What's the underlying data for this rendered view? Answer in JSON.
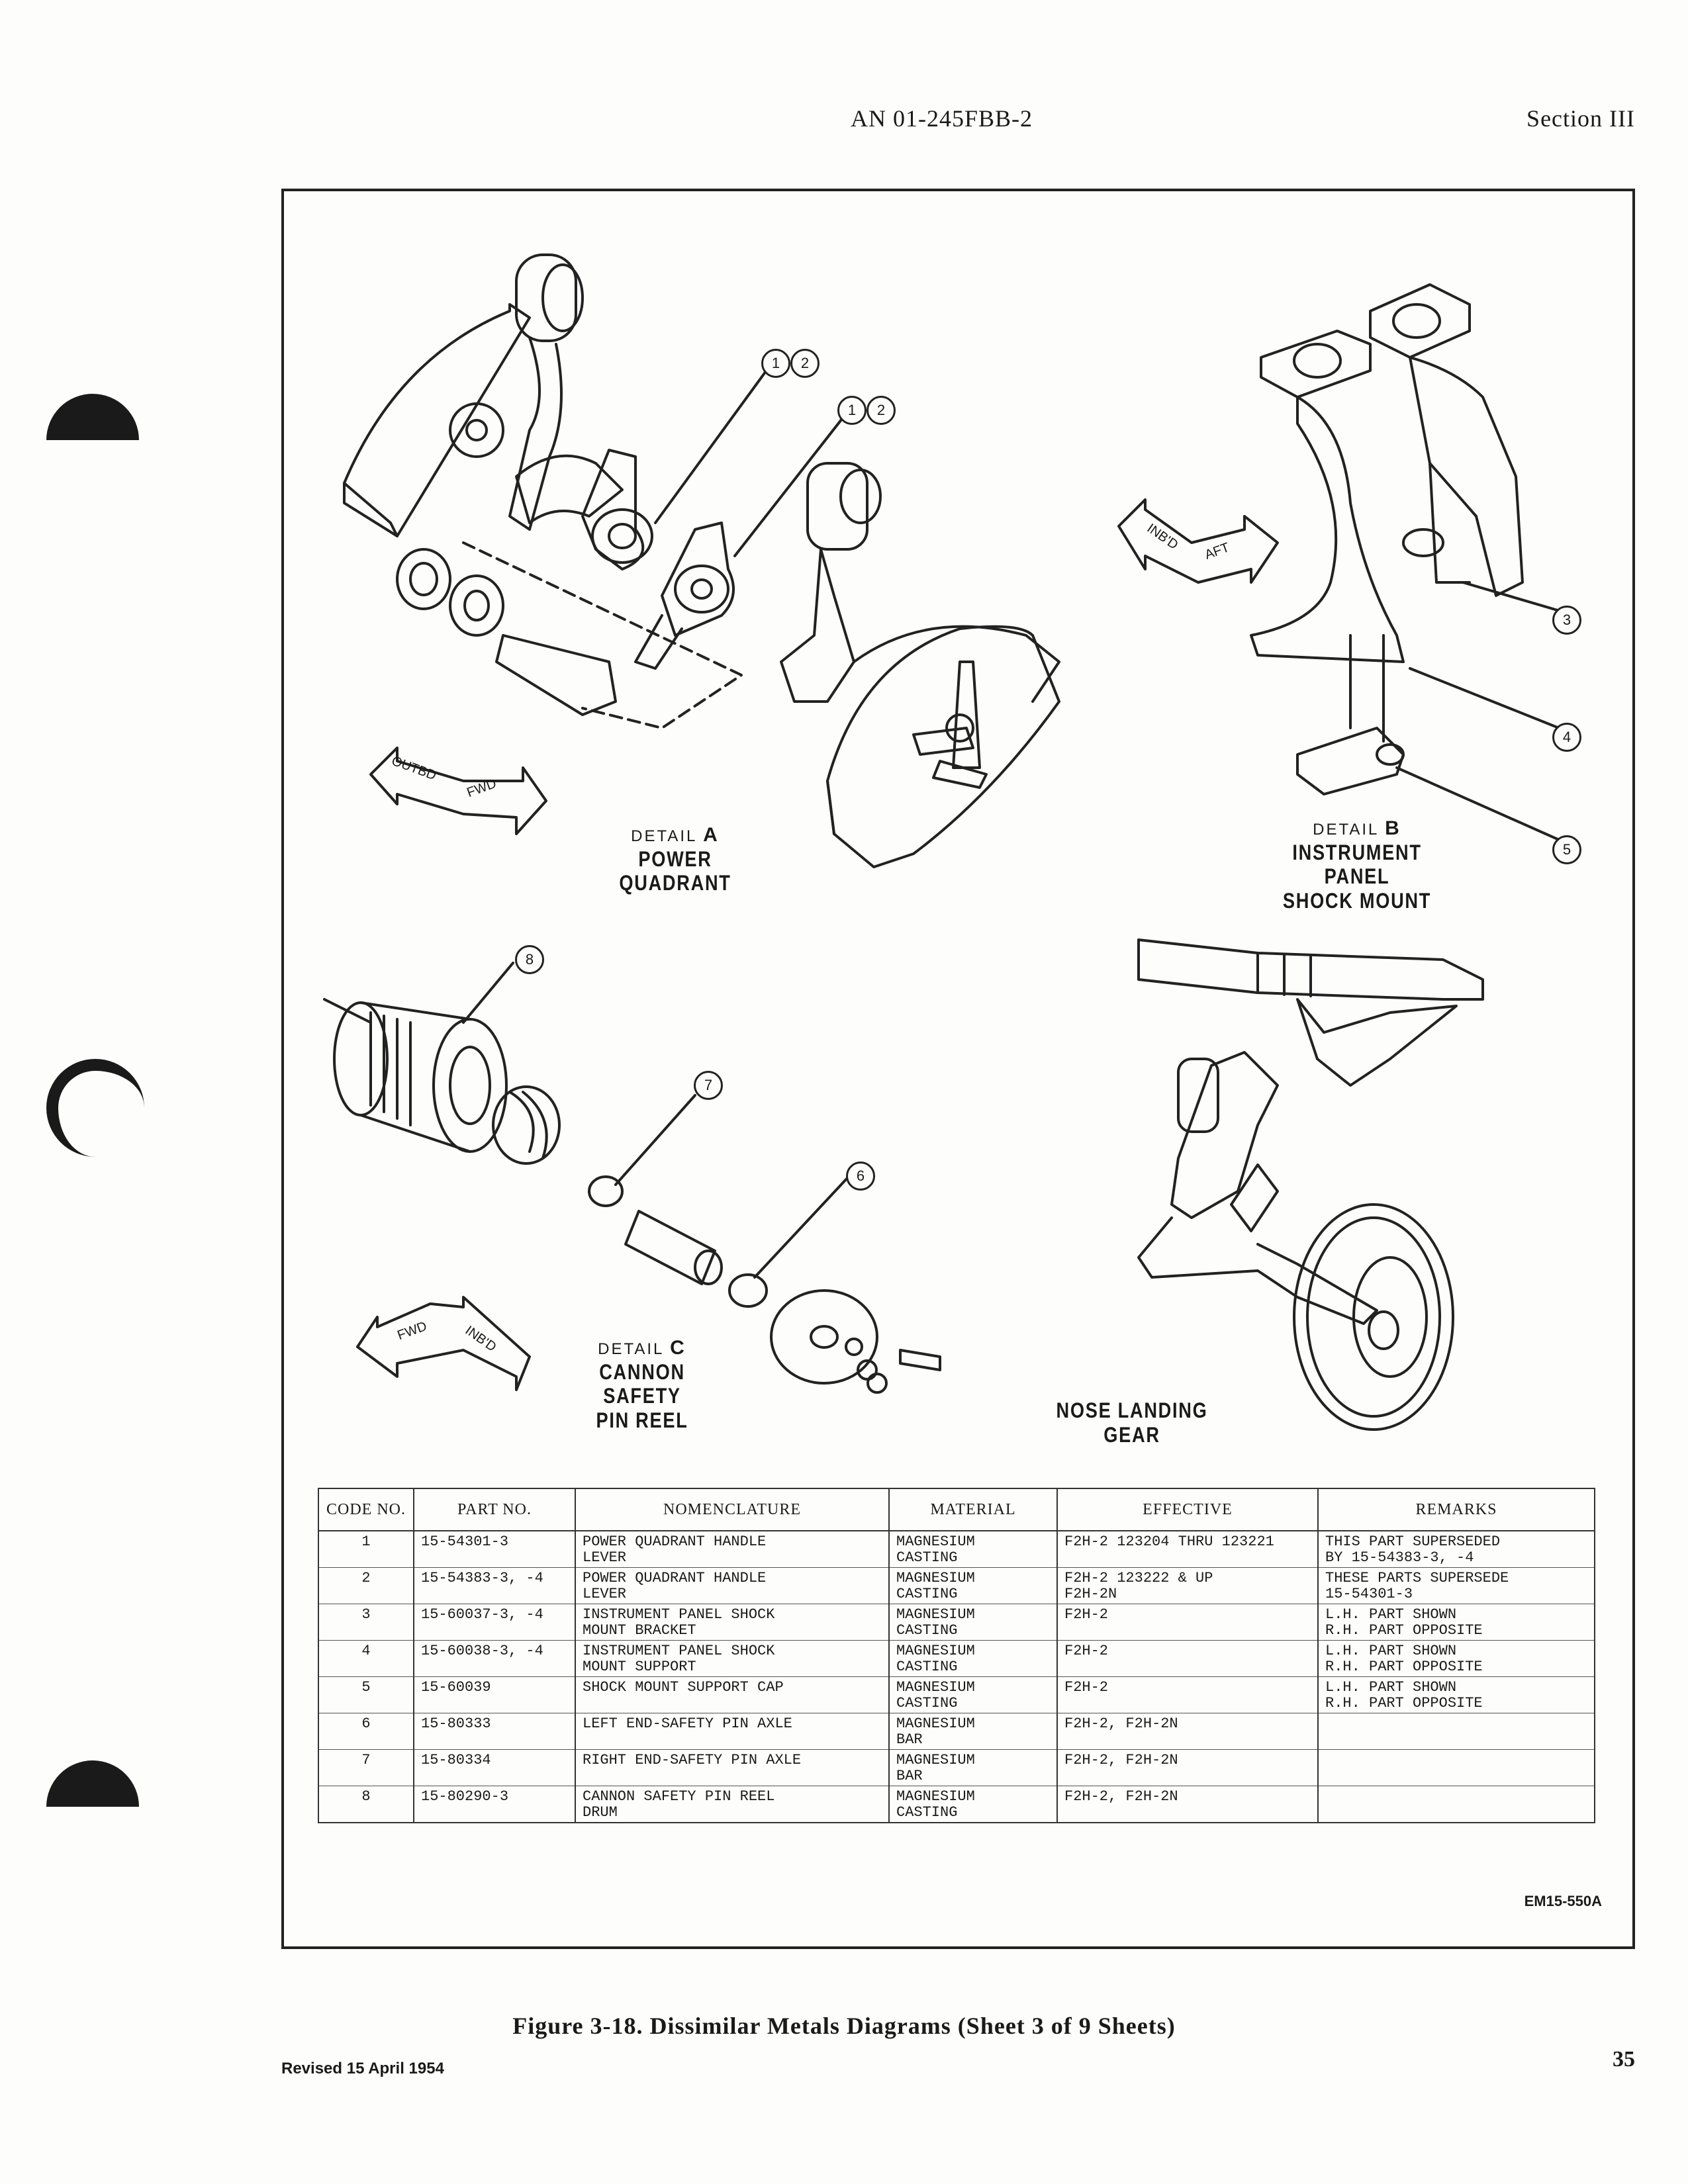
{
  "header": {
    "doc_id": "AN 01-245FBB-2",
    "section": "Section III"
  },
  "details": {
    "a": {
      "prefix": "DETAIL",
      "letter": "A",
      "title": "POWER QUADRANT"
    },
    "b": {
      "prefix": "DETAIL",
      "letter": "B",
      "title_line1": "INSTRUMENT PANEL",
      "title_line2": "SHOCK MOUNT"
    },
    "c": {
      "prefix": "DETAIL",
      "letter": "C",
      "title_line1": "CANNON SAFETY",
      "title_line2": "PIN REEL"
    },
    "nose": {
      "title": "NOSE LANDING GEAR"
    }
  },
  "arrows": {
    "a": {
      "left": "OUTBD",
      "right": "FWD"
    },
    "b": {
      "left": "INB'D",
      "right": "AFT"
    },
    "c": {
      "left": "FWD",
      "right": "INB'D"
    }
  },
  "callouts": [
    "1",
    "2",
    "1",
    "2",
    "3",
    "4",
    "5",
    "8",
    "7",
    "6"
  ],
  "table": {
    "headers": [
      "CODE NO.",
      "PART NO.",
      "NOMENCLATURE",
      "MATERIAL",
      "EFFECTIVE",
      "REMARKS"
    ],
    "rows": [
      {
        "code": "1",
        "part": "15-54301-3",
        "nom": [
          "POWER QUADRANT HANDLE",
          "LEVER"
        ],
        "mat": [
          "MAGNESIUM",
          "CASTING"
        ],
        "eff": [
          "F2H-2 123204 THRU 123221",
          ""
        ],
        "rem": [
          "THIS PART SUPERSEDED",
          "BY 15-54383-3, -4"
        ]
      },
      {
        "code": "2",
        "part": "15-54383-3, -4",
        "nom": [
          "POWER QUADRANT HANDLE",
          "LEVER"
        ],
        "mat": [
          "MAGNESIUM",
          "CASTING"
        ],
        "eff": [
          "F2H-2 123222 & UP",
          "F2H-2N"
        ],
        "rem": [
          "THESE PARTS SUPERSEDE",
          "15-54301-3"
        ]
      },
      {
        "code": "3",
        "part": "15-60037-3, -4",
        "nom": [
          "INSTRUMENT PANEL SHOCK",
          "MOUNT BRACKET"
        ],
        "mat": [
          "MAGNESIUM",
          "CASTING"
        ],
        "eff": [
          "F2H-2",
          ""
        ],
        "rem": [
          "L.H. PART SHOWN",
          "R.H. PART OPPOSITE"
        ]
      },
      {
        "code": "4",
        "part": "15-60038-3, -4",
        "nom": [
          "INSTRUMENT PANEL SHOCK",
          "MOUNT SUPPORT"
        ],
        "mat": [
          "MAGNESIUM",
          "CASTING"
        ],
        "eff": [
          "F2H-2",
          ""
        ],
        "rem": [
          "L.H. PART SHOWN",
          "R.H. PART OPPOSITE"
        ]
      },
      {
        "code": "5",
        "part": "15-60039",
        "nom": [
          "SHOCK MOUNT SUPPORT CAP",
          ""
        ],
        "mat": [
          "MAGNESIUM",
          "CASTING"
        ],
        "eff": [
          "F2H-2",
          ""
        ],
        "rem": [
          "L.H. PART SHOWN",
          "R.H. PART OPPOSITE"
        ]
      },
      {
        "code": "6",
        "part": "15-80333",
        "nom": [
          "LEFT END-SAFETY PIN AXLE",
          ""
        ],
        "mat": [
          "MAGNESIUM",
          "BAR"
        ],
        "eff": [
          "F2H-2, F2H-2N",
          ""
        ],
        "rem": [
          "",
          ""
        ]
      },
      {
        "code": "7",
        "part": "15-80334",
        "nom": [
          "RIGHT END-SAFETY PIN AXLE",
          ""
        ],
        "mat": [
          "MAGNESIUM",
          "BAR"
        ],
        "eff": [
          "F2H-2, F2H-2N",
          ""
        ],
        "rem": [
          "",
          ""
        ]
      },
      {
        "code": "8",
        "part": "15-80290-3",
        "nom": [
          "CANNON SAFETY PIN REEL",
          "DRUM"
        ],
        "mat": [
          "MAGNESIUM",
          "CASTING"
        ],
        "eff": [
          "F2H-2, F2H-2N",
          ""
        ],
        "rem": [
          "",
          ""
        ]
      }
    ]
  },
  "em_code": "EM15-550A",
  "caption": "Figure 3-18. Dissimilar Metals Diagrams (Sheet 3 of 9 Sheets)",
  "revised": "Revised 15 April 1954",
  "page_number": "35"
}
